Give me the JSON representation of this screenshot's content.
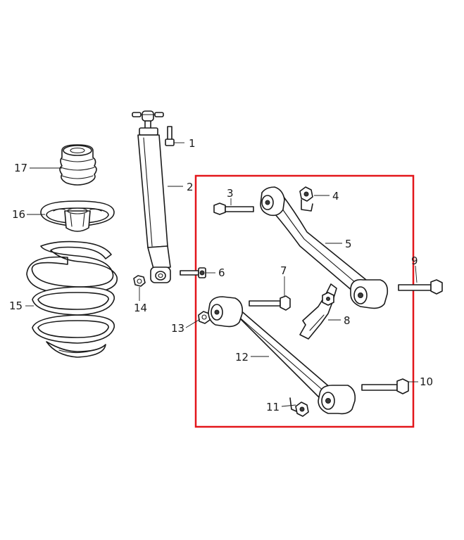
{
  "diagram": {
    "callouts": [
      {
        "id": "1",
        "label": "1"
      },
      {
        "id": "2",
        "label": "2"
      },
      {
        "id": "3",
        "label": "3"
      },
      {
        "id": "4",
        "label": "4"
      },
      {
        "id": "5",
        "label": "5"
      },
      {
        "id": "6",
        "label": "6"
      },
      {
        "id": "7",
        "label": "7"
      },
      {
        "id": "8",
        "label": "8"
      },
      {
        "id": "9",
        "label": "9"
      },
      {
        "id": "10",
        "label": "10"
      },
      {
        "id": "11",
        "label": "11"
      },
      {
        "id": "12",
        "label": "12"
      },
      {
        "id": "13",
        "label": "13"
      },
      {
        "id": "14",
        "label": "14"
      },
      {
        "id": "15",
        "label": "15"
      },
      {
        "id": "16",
        "label": "16"
      },
      {
        "id": "17",
        "label": "17"
      }
    ],
    "highlight_color": "#e3161b",
    "line_color": "#1a1a1a"
  }
}
